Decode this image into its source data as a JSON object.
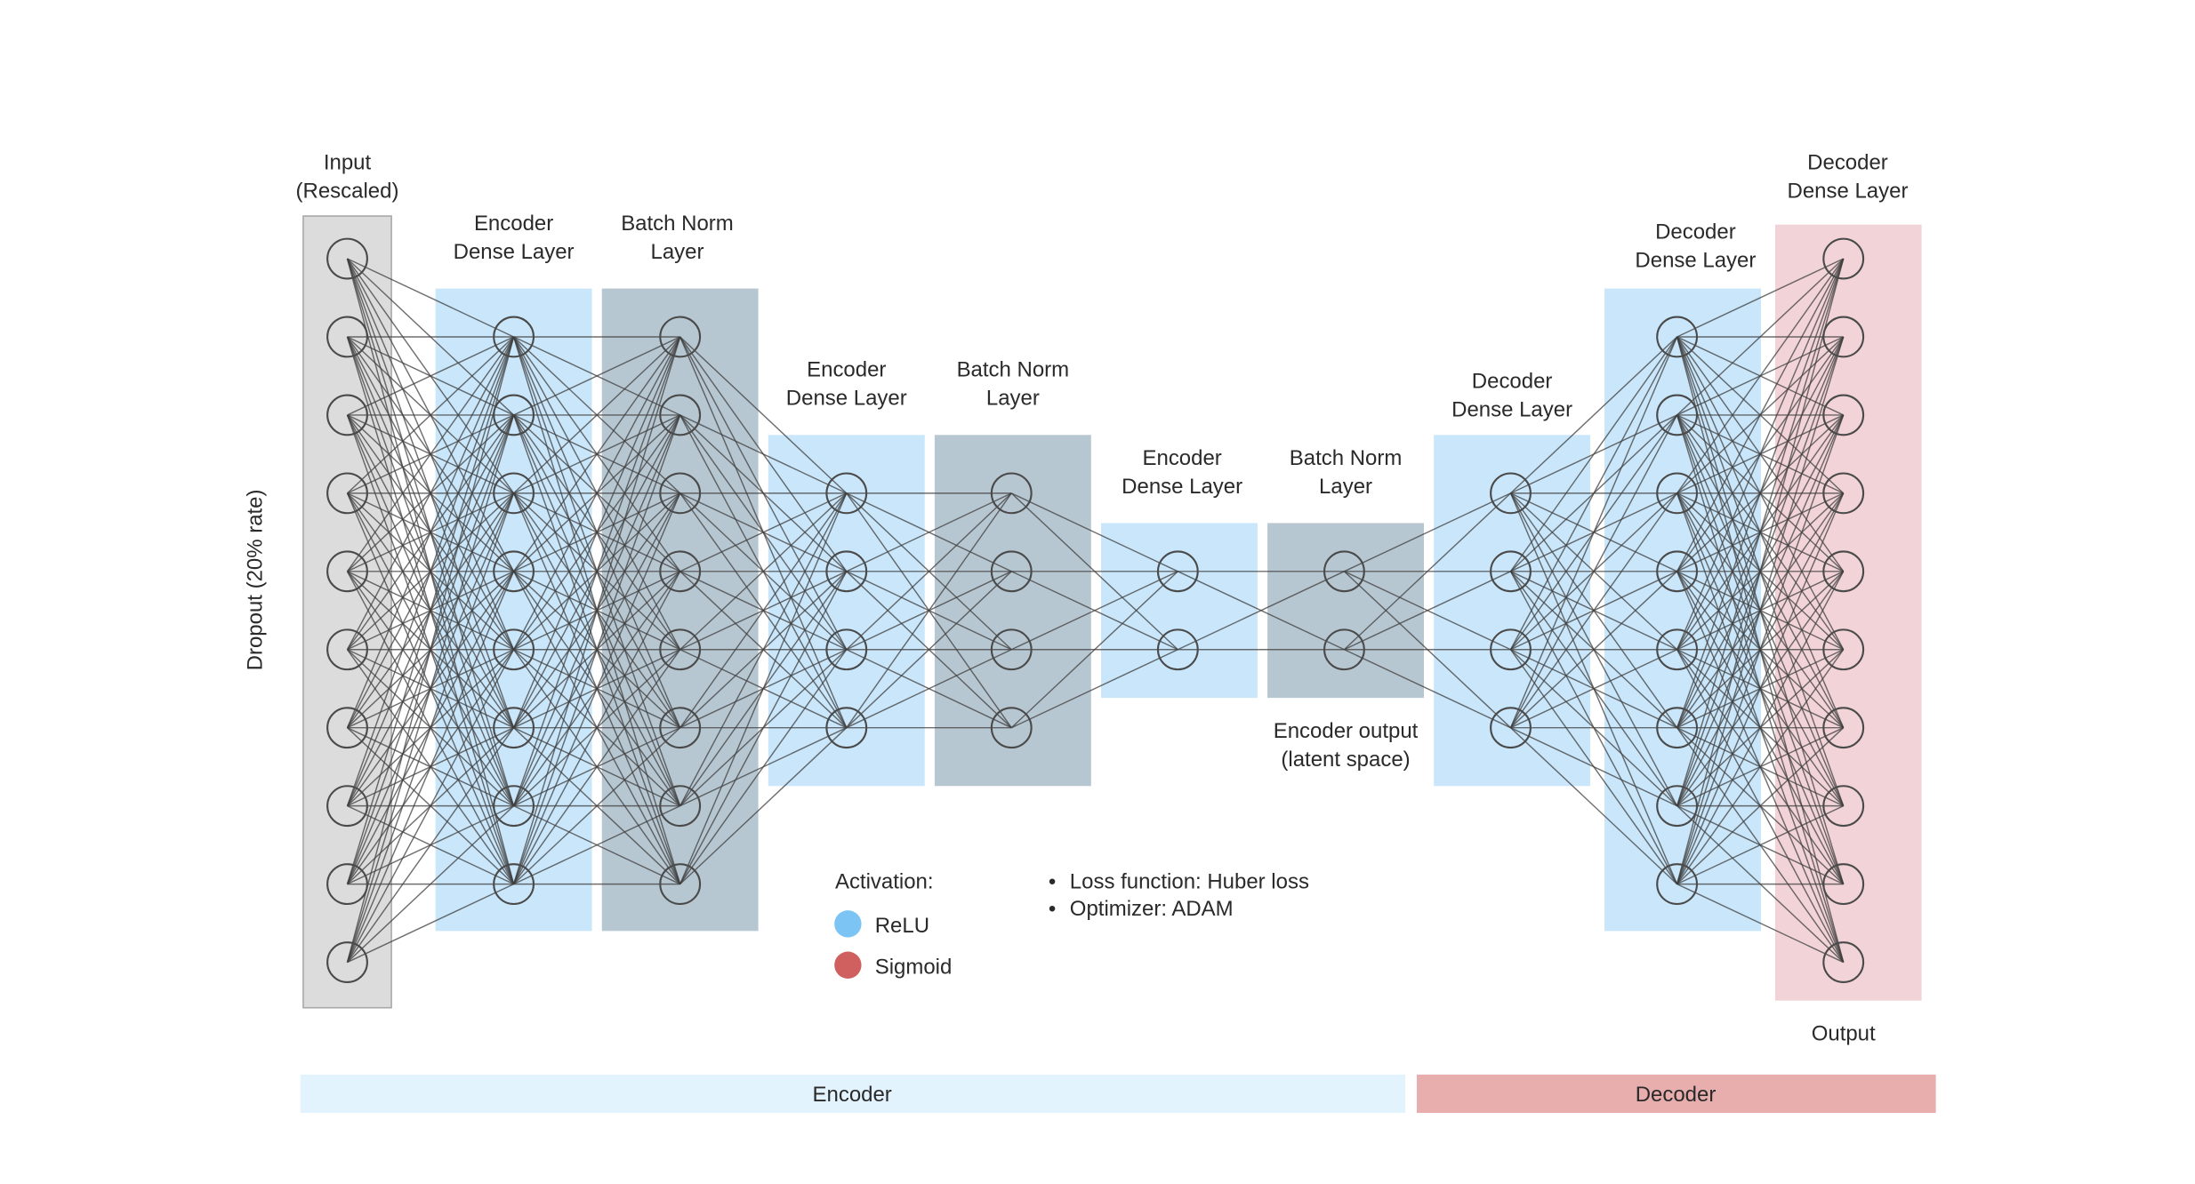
{
  "input_layer": {
    "title_line1": "Input",
    "title_line2": "(Rescaled)",
    "side_label": "Dropout (20% rate)",
    "nodes": 10
  },
  "layers": [
    {
      "id": "enc1",
      "line1": "Encoder",
      "line2": "Dense Layer",
      "kind": "encoder-dense",
      "nodes": 8
    },
    {
      "id": "bn1",
      "line1": "Batch Norm",
      "line2": "Layer",
      "kind": "batch-norm",
      "nodes": 8
    },
    {
      "id": "enc2",
      "line1": "Encoder",
      "line2": "Dense Layer",
      "kind": "encoder-dense",
      "nodes": 4
    },
    {
      "id": "bn2",
      "line1": "Batch Norm",
      "line2": "Layer",
      "kind": "batch-norm",
      "nodes": 4
    },
    {
      "id": "enc3",
      "line1": "Encoder",
      "line2": "Dense Layer",
      "kind": "encoder-dense",
      "nodes": 2
    },
    {
      "id": "bn3",
      "line1": "Batch Norm",
      "line2": "Layer",
      "kind": "batch-norm",
      "nodes": 2
    },
    {
      "id": "dec1",
      "line1": "Decoder",
      "line2": "Dense Layer",
      "kind": "decoder-dense",
      "nodes": 4
    },
    {
      "id": "dec2",
      "line1": "Decoder",
      "line2": "Dense Layer",
      "kind": "decoder-dense",
      "nodes": 8
    },
    {
      "id": "dec3",
      "line1": "Decoder",
      "line2": "Dense Layer",
      "kind": "decoder-output",
      "nodes": 10
    }
  ],
  "encoder_output_label": {
    "line1": "Encoder output",
    "line2": "(latent space)"
  },
  "output_label": "Output",
  "activation_legend": {
    "title": "Activation:",
    "items": [
      {
        "label": "ReLU",
        "color": "#7cc4f4"
      },
      {
        "label": "Sigmoid",
        "color": "#d06060"
      }
    ]
  },
  "training_notes": [
    "Loss function: Huber loss",
    "Optimizer: ADAM"
  ],
  "sections": {
    "encoder": "Encoder",
    "decoder": "Decoder"
  },
  "colors": {
    "input_panel": "#dcdcdc",
    "dense_panel": "#c9e6fa",
    "batchnorm_panel": "#b7c7d1",
    "output_panel": "#f2d4d8",
    "encoder_bar": "#e3f3fd",
    "decoder_bar": "#e8aeae",
    "node_stroke": "#4a4a4a",
    "edge": "#3f3f3f"
  }
}
